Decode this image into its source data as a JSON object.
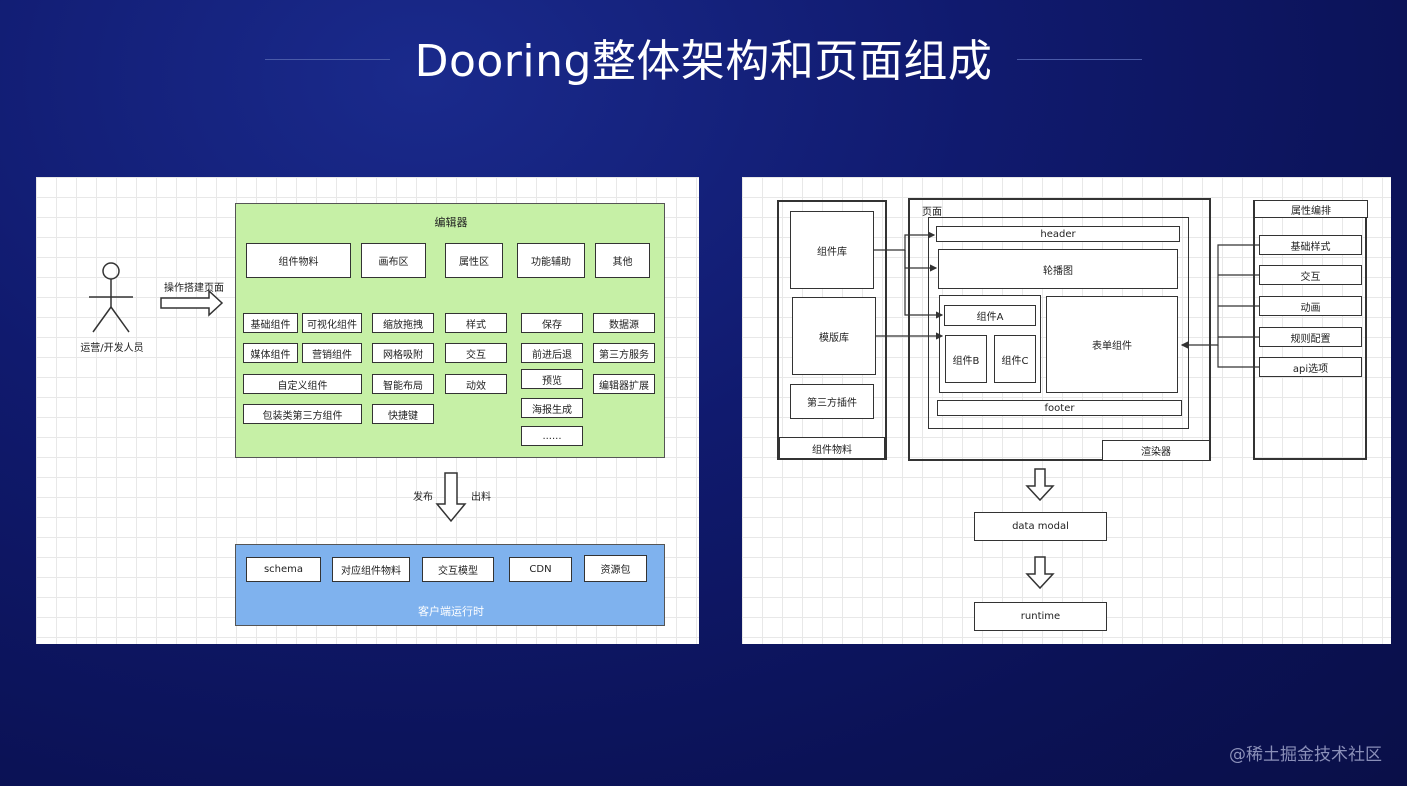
{
  "title": "Dooring整体架构和页面组成",
  "watermark": "@稀土掘金技术社区",
  "left": {
    "actor": "运营/开发人员",
    "arrow_label": "操作搭建页面",
    "editor_title": "编辑器",
    "categories": [
      "组件物料",
      "画布区",
      "属性区",
      "功能辅助",
      "其他"
    ],
    "col1": [
      "基础组件",
      "可视化组件",
      "媒体组件",
      "营销组件",
      "自定义组件",
      "包装类第三方组件"
    ],
    "col2": [
      "缩放拖拽",
      "网格吸附",
      "智能布局",
      "快捷键"
    ],
    "col3": [
      "样式",
      "交互",
      "动效"
    ],
    "col4": [
      "保存",
      "前进后退",
      "预览",
      "海报生成",
      "......"
    ],
    "col5": [
      "数据源",
      "第三方服务",
      "编辑器扩展"
    ],
    "publish": "发布",
    "output": "出料",
    "runtime_items": [
      "schema",
      "对应组件物料",
      "交互模型",
      "CDN",
      "资源包"
    ],
    "runtime_title": "客户端运行时"
  },
  "right": {
    "lib_items": [
      "组件库",
      "模版库",
      "第三方插件"
    ],
    "lib_title": "组件物料",
    "page_title": "页面",
    "header": "header",
    "carousel": "轮播图",
    "compA": "组件A",
    "compB": "组件B",
    "compC": "组件C",
    "form": "表单组件",
    "footer": "footer",
    "renderer": "渲染器",
    "props_title": "属性编排",
    "props": [
      "基础样式",
      "交互",
      "动画",
      "规则配置",
      "api选项"
    ],
    "data_modal": "data modal",
    "runtime": "runtime"
  }
}
